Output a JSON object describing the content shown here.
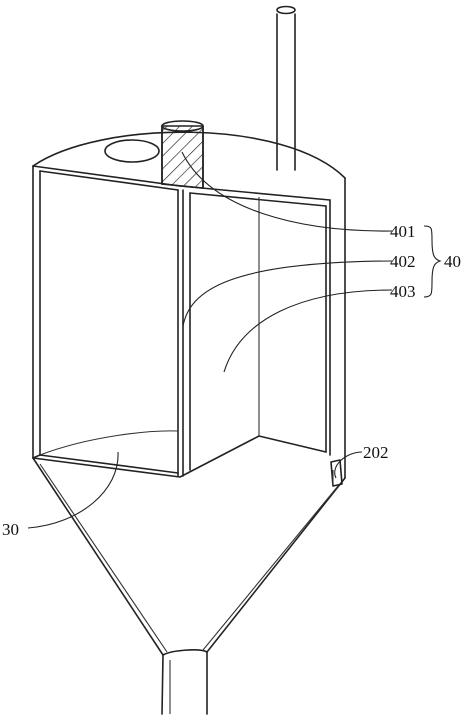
{
  "labels": {
    "l401": "401",
    "l402": "402",
    "l403": "403",
    "l40": "40",
    "l202": "202",
    "l30": "30"
  }
}
